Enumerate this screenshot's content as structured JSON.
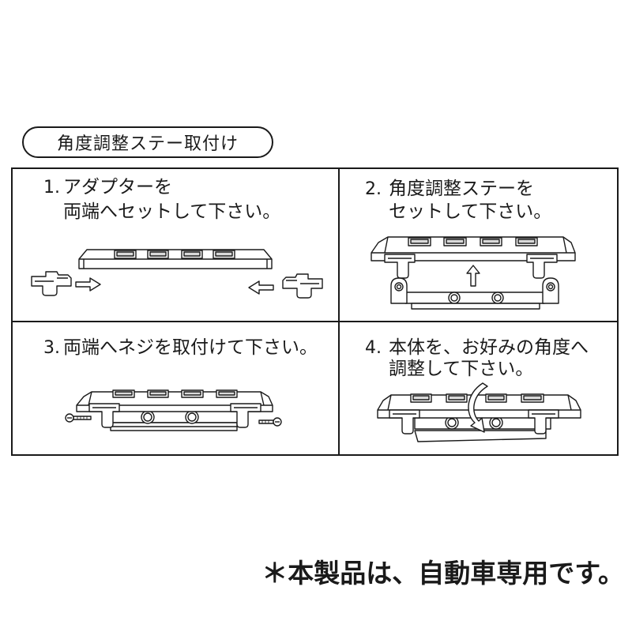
{
  "title": "角度調整ステー取付け",
  "steps": [
    {
      "number": "1.",
      "lines": [
        "アダプターを",
        "両端へセットして下さい。"
      ]
    },
    {
      "number": "2.",
      "lines": [
        "角度調整ステーを",
        "セットして下さい。"
      ]
    },
    {
      "number": "3.",
      "lines": [
        "両端へネジを取付けて下さい。"
      ]
    },
    {
      "number": "4.",
      "lines": [
        "本体を、お好みの角度へ",
        "調整して下さい。"
      ]
    }
  ],
  "note": "＊本製品は、自動車専用です。",
  "colors": {
    "line": "#1a1a1a",
    "background": "#ffffff",
    "pad_fill": "#d9d9d9"
  },
  "icons": [
    "arrow-right-icon",
    "arrow-left-icon",
    "arrow-up-icon",
    "rotate-arrow-icon"
  ]
}
